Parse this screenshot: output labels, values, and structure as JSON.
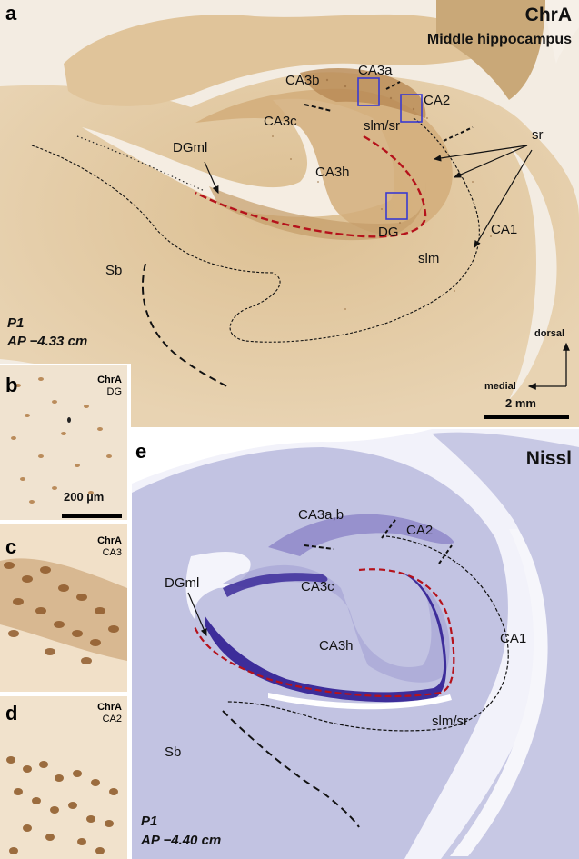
{
  "panel_a": {
    "letter": "a",
    "stain": "ChrA",
    "subtitle": "Middle hippocampus",
    "labels": {
      "ca3b": "CA3b",
      "ca3a": "CA3a",
      "ca2": "CA2",
      "ca3c": "CA3c",
      "slm_sr": "slm/sr",
      "sr": "sr",
      "dgml": "DGml",
      "ca3h": "CA3h",
      "dg": "DG",
      "ca1": "CA1",
      "slm": "slm",
      "sb": "Sb"
    },
    "age": "P1",
    "ap": "AP −4.33 cm",
    "orientation": {
      "dorsal": "dorsal",
      "medial": "medial"
    },
    "scale": "2 mm",
    "colors": {
      "tissue": "#e2c9a2",
      "background": "#f3ece2",
      "box": "#3a3ad0",
      "dg_dash": "#b5121b"
    }
  },
  "panel_b": {
    "letter": "b",
    "stain": "ChrA",
    "region": "DG",
    "scale": "200 µm"
  },
  "panel_c": {
    "letter": "c",
    "stain": "ChrA",
    "region": "CA3"
  },
  "panel_d": {
    "letter": "d",
    "stain": "ChrA",
    "region": "CA2"
  },
  "panel_e": {
    "letter": "e",
    "stain": "Nissl",
    "labels": {
      "ca3ab": "CA3a,b",
      "ca2": "CA2",
      "dgml": "DGml",
      "ca3c": "CA3c",
      "ca3h": "CA3h",
      "ca1": "CA1",
      "slm_sr": "slm/sr",
      "sb": "Sb"
    },
    "age": "P1",
    "ap": "AP −4.40 cm",
    "colors": {
      "tissue": "#c3c4e2",
      "background": "#f2f2fa",
      "dg_band": "#3d2d9a"
    }
  }
}
